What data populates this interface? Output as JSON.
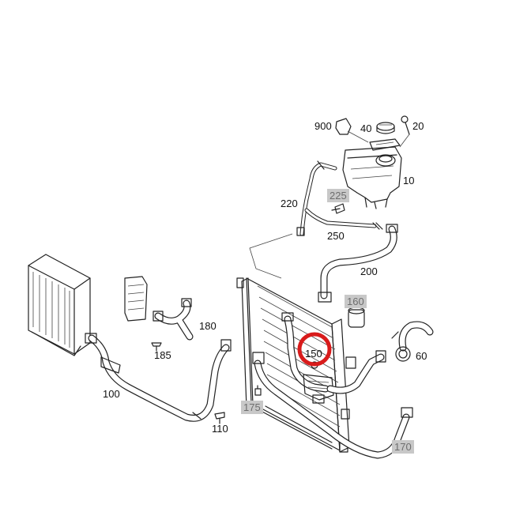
{
  "diagram": {
    "labels": {
      "p900": "900",
      "p40": "40",
      "p20": "20",
      "p10": "10",
      "p225": "225",
      "p220": "220",
      "p250": "250",
      "p200": "200",
      "p160": "160",
      "p180": "180",
      "p185": "185",
      "p150": "150",
      "p60": "60",
      "p100": "100",
      "p175": "175",
      "p110": "110",
      "p170": "170"
    },
    "colors": {
      "highlight_ring": "#d81b1b",
      "grey_tag_background": "#c8c8c8",
      "line_art": "#222222"
    },
    "highlighted_part": "150"
  }
}
